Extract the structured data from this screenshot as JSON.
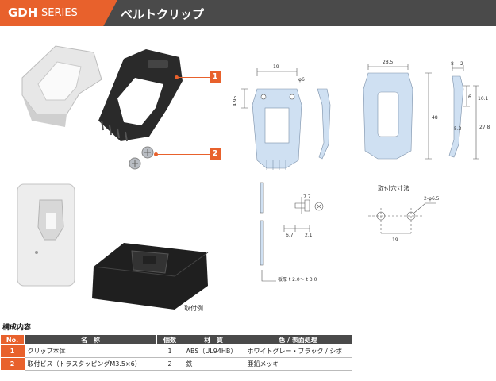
{
  "header": {
    "code": "GDH",
    "series": "SERIES",
    "title": "ベルトクリップ"
  },
  "callouts": [
    "1",
    "2"
  ],
  "drawing": {
    "dims": {
      "w19": "19",
      "phi6": "φ6",
      "h495": "4.95",
      "w285": "28.5",
      "d8": "8",
      "d2": "2",
      "d6": "6",
      "d101": "10.1",
      "h48": "48",
      "h278": "27.8",
      "d52": "5.2",
      "d77": "7.7",
      "d67": "6.7",
      "d21": "2.1",
      "hole_dia": "2-φ6.5",
      "hole_pitch": "19"
    },
    "thickness_note": "板厚 t 2.0～ t 3.0",
    "mount_hole_title": "取付穴寸法"
  },
  "photo_caption": "取付例",
  "parts": {
    "section_title": "構成内容",
    "headers": [
      "No.",
      "名　称",
      "個数",
      "材　質",
      "色 / 表面処理"
    ],
    "rows": [
      {
        "no": "1",
        "name": "クリップ本体",
        "qty": "1",
        "material": "ABS（UL94HB）",
        "finish": "ホワイトグレー・ブラック / シボ"
      },
      {
        "no": "2",
        "name": "取付ビス（トラスタッピングM3.5×6）",
        "qty": "2",
        "material": "鉄",
        "finish": "亜鉛メッキ"
      }
    ]
  },
  "colors": {
    "accent": "#e8612c",
    "header_bg": "#4a4a4a",
    "drawing_fill": "#cfe0f2"
  }
}
